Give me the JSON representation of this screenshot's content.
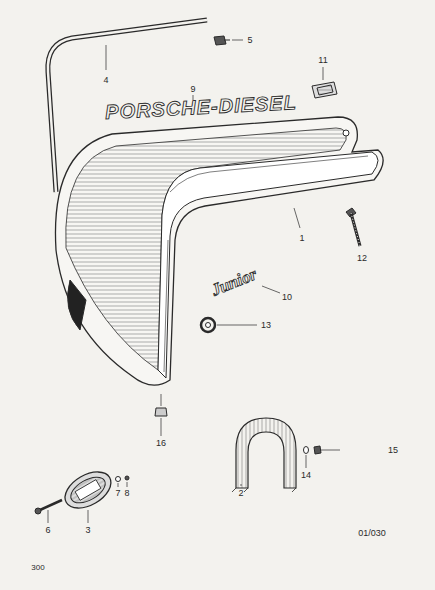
{
  "diagram": {
    "labels": [
      "4",
      "5",
      "9",
      "PORSCHE-DIESEL",
      "11",
      "1",
      "12",
      "Junior",
      "10",
      "13",
      "16",
      "2",
      "15",
      "14",
      "6",
      "3",
      "7",
      "8",
      "01/030",
      "300"
    ]
  }
}
